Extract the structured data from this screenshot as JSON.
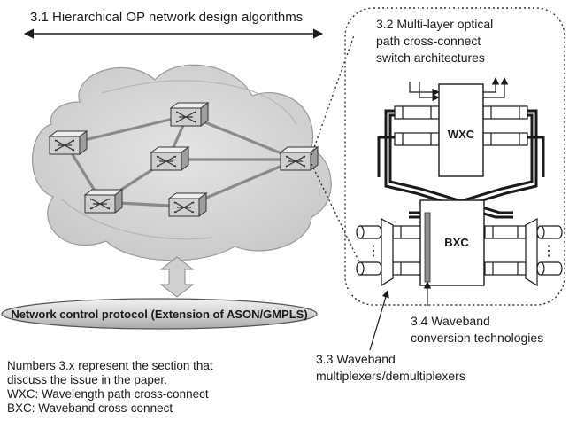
{
  "labels": {
    "s31": "3.1 Hierarchical OP network design algorithms",
    "s32": [
      "3.2 Multi-layer optical",
      "path cross-connect",
      "switch architectures"
    ],
    "wxc": "WXC",
    "bxc": "BXC",
    "control": "Network control protocol (Extension of ASON/GMPLS)",
    "s34": [
      "3.4 Waveband",
      "conversion technologies"
    ],
    "s33": [
      "3.3 Waveband",
      "multiplexers/demultiplexers"
    ],
    "dots": "⋮"
  },
  "notes": [
    "Numbers 3.x represent the section that",
    "discuss the issue in the paper.",
    "WXC: Wavelength path cross-connect",
    "BXC: Waveband cross-connect"
  ],
  "colors": {
    "cloud": "#d8d8d8",
    "cloud_edge": "#a0a0a0",
    "link": "#8a8a8a",
    "node_top": "#e6e6e6",
    "node_front": "#c2c2c2",
    "control_fill": "#cfcfcf",
    "arrow": "#c8c8c8",
    "conversion_bar": "#8c8c8c"
  }
}
